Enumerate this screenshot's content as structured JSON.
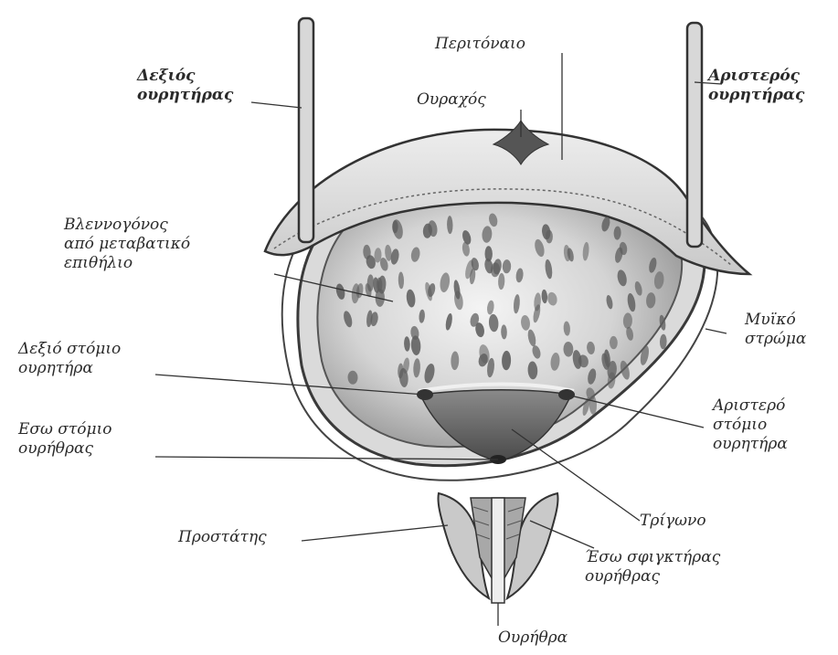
{
  "labels": {
    "right_ureter": [
      "Δεξιός",
      "ουρητήρας"
    ],
    "left_ureter": [
      "Αριστερός",
      "ουρητήρας"
    ],
    "peritoneum": [
      "Περιτόναιο"
    ],
    "urachus": [
      "Ουραχός"
    ],
    "mucosa": [
      "Βλεννογόνος",
      "από μεταβατικό",
      "επιθήλιο"
    ],
    "muscle_layer": [
      "Μυϊκό",
      "στρώμα"
    ],
    "right_orifice": [
      "Δεξιό στόμιο",
      "ουρητήρα"
    ],
    "left_orifice": [
      "Αριστερό",
      "στόμιο",
      "ουρητήρα"
    ],
    "internal_urethral_orifice": [
      "Εσω στόμιο",
      "ουρήθρας"
    ],
    "trigone": [
      "Τρίγωνο"
    ],
    "prostate": [
      "Προστάτης"
    ],
    "internal_sphincter": [
      "Έσω σφιγκτήρας",
      "ουρήθρας"
    ],
    "urethra": [
      "Ουρήθρα"
    ]
  },
  "colors": {
    "ink": "#2a2a2a",
    "tissue_light": "#e8e8e8",
    "tissue_mid": "#b9b9b9",
    "tissue_dark": "#5e5e5e"
  }
}
